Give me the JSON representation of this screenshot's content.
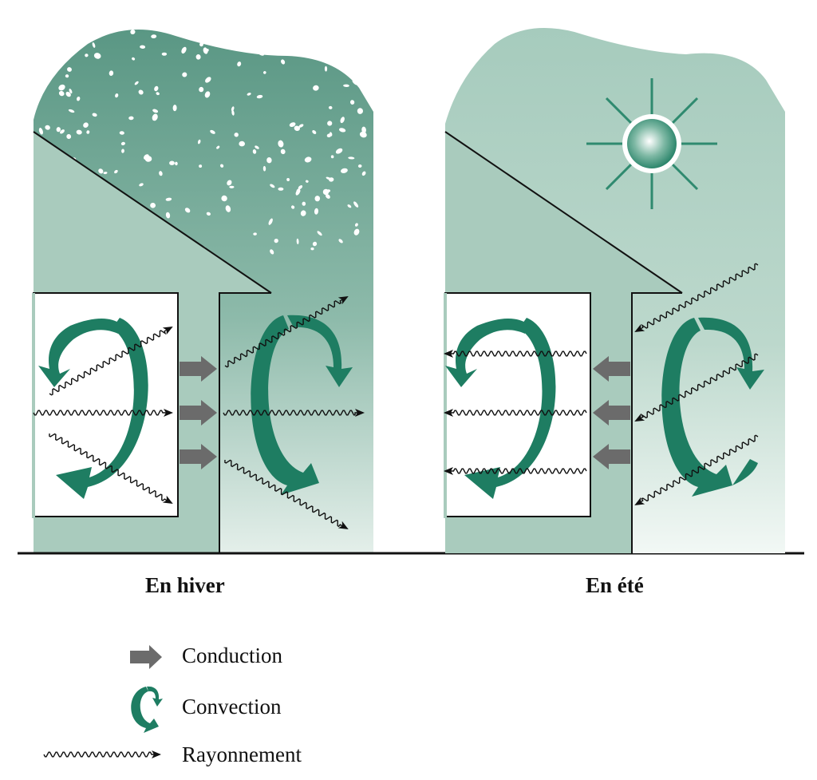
{
  "panels": {
    "winter": {
      "caption": "En hiver"
    },
    "summer": {
      "caption": "En été"
    }
  },
  "legend": {
    "items": [
      {
        "icon": "conduction-arrow-icon",
        "label": "Conduction"
      },
      {
        "icon": "convection-loop-icon",
        "label": "Convection"
      },
      {
        "icon": "radiation-wave-icon",
        "label": "Rayonnement"
      }
    ]
  },
  "colors": {
    "sky_winter_top": "#5f9a88",
    "sky_summer_top": "#a6cbbd",
    "wall": "#a9cbbd",
    "convection": "#1e7d62",
    "conduction": "#6b6b6b",
    "radiation": "#111111",
    "ground": "#111111"
  }
}
